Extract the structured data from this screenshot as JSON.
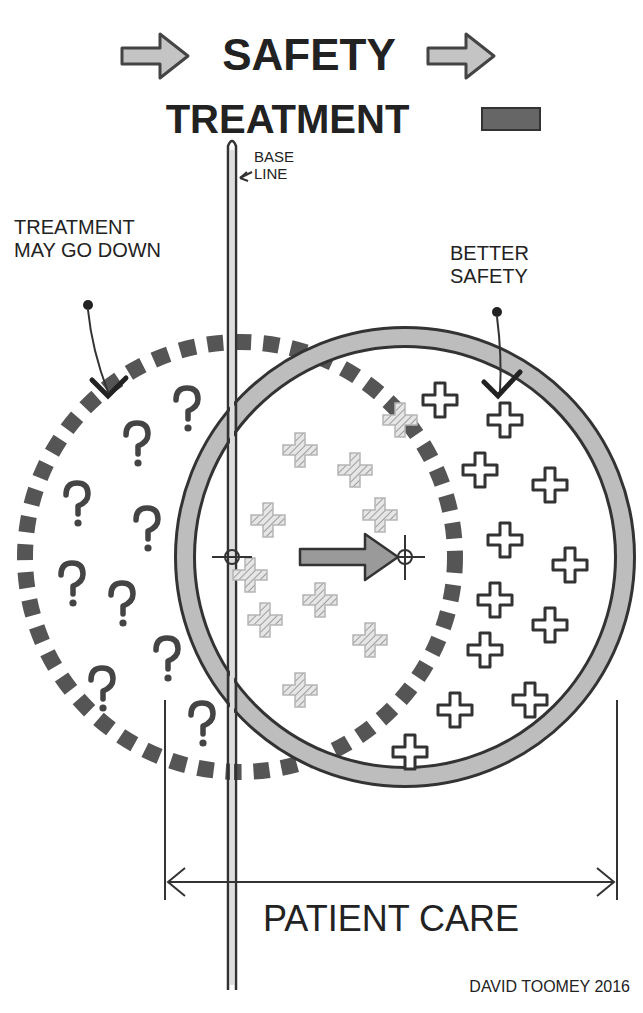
{
  "diagram": {
    "labels": [
      "BASE LINE",
      "TREATMENT MAY GO DOWN",
      "BETTER SAFETY",
      "PATIENT CARE",
      "DAVID TOOMEY 2016"
    ],
    "legend": [
      {
        "text": "SAFETY"
      },
      {
        "text": "TREATMENT"
      }
    ]
  }
}
